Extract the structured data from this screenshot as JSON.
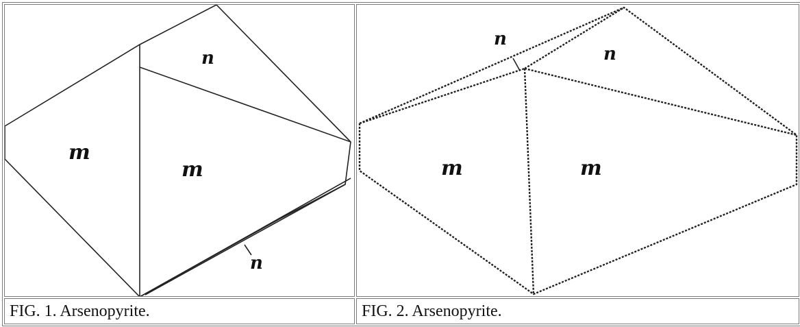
{
  "figures": [
    {
      "caption": "FIG. 1. Arsenopyrite.",
      "face_labels": {
        "m_left": "m",
        "m_right": "m",
        "n_top": "n",
        "n_bottom": "n"
      }
    },
    {
      "caption": "FIG. 2. Arsenopyrite.",
      "face_labels": {
        "m_left": "m",
        "m_right": "m",
        "n_top": "n",
        "n_upper": "n"
      }
    }
  ]
}
